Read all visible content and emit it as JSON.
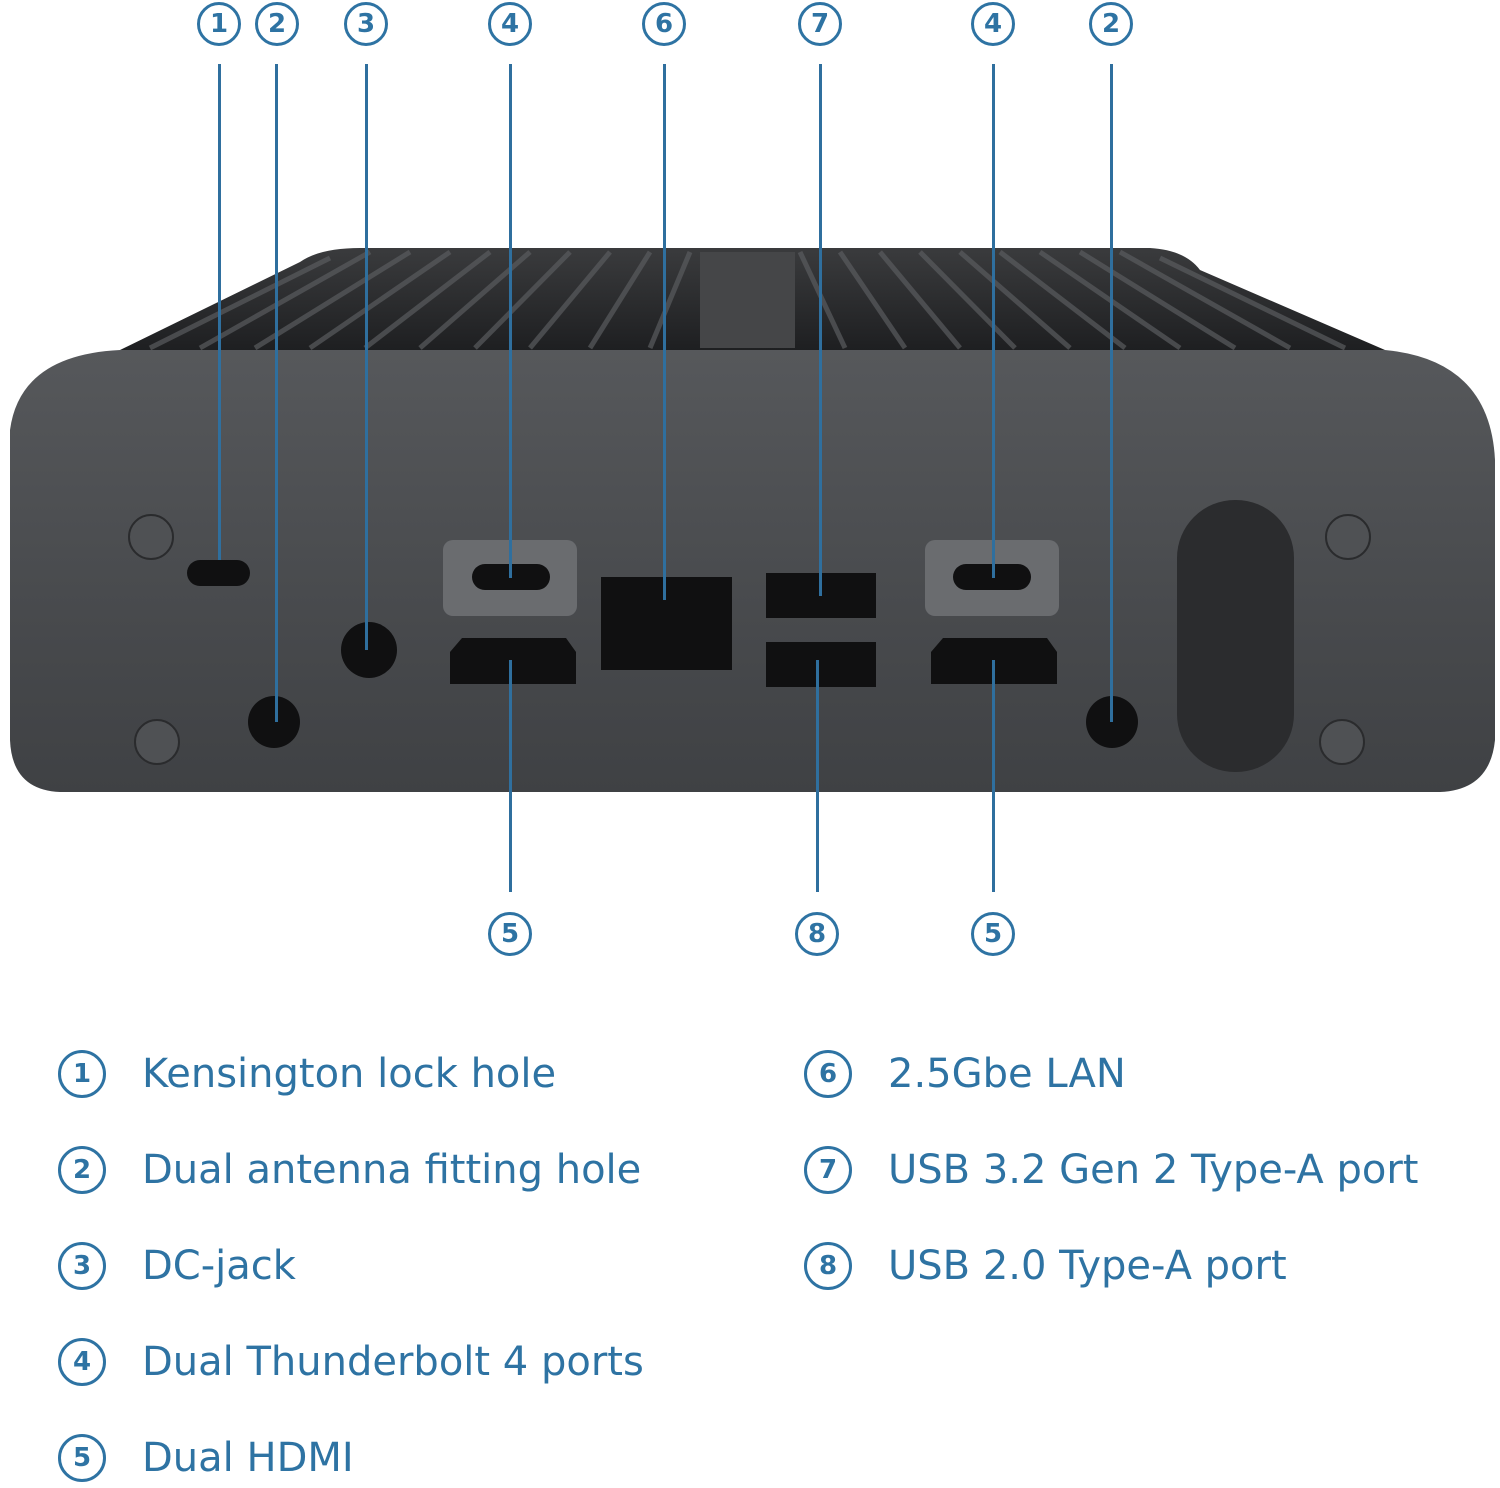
{
  "colors": {
    "accent": "#2e73a3",
    "chassis": "#4a4c4f",
    "fins": "#2b2c2e",
    "port": "#101011"
  },
  "callouts": {
    "top": [
      "1",
      "2",
      "3",
      "4",
      "6",
      "7",
      "4",
      "2"
    ],
    "bottom": [
      "5",
      "8",
      "5"
    ]
  },
  "legend": [
    {
      "num": "1",
      "text": "Kensington lock hole"
    },
    {
      "num": "2",
      "text": "Dual antenna fitting hole"
    },
    {
      "num": "3",
      "text": "DC-jack"
    },
    {
      "num": "4",
      "text": "Dual Thunderbolt 4 ports"
    },
    {
      "num": "5",
      "text": "Dual HDMI"
    },
    {
      "num": "6",
      "text": "2.5Gbe LAN"
    },
    {
      "num": "7",
      "text": "USB 3.2 Gen 2 Type-A port"
    },
    {
      "num": "8",
      "text": "USB 2.0 Type-A port"
    }
  ]
}
